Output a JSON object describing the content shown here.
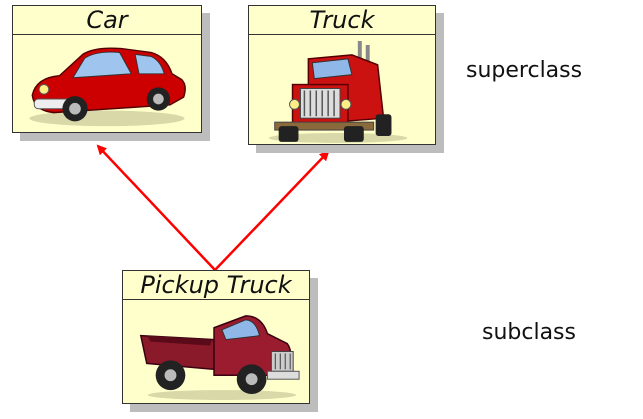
{
  "diagram": {
    "classes": {
      "car": {
        "name": "Car",
        "image": "red-car-icon"
      },
      "truck": {
        "name": "Truck",
        "image": "red-semi-truck-icon"
      },
      "pickup": {
        "name": "Pickup Truck",
        "image": "maroon-pickup-truck-icon"
      }
    },
    "labels": {
      "superclass": "superclass",
      "subclass": "subclass"
    },
    "relations": [
      {
        "from": "Pickup Truck",
        "to": "Car"
      },
      {
        "from": "Pickup Truck",
        "to": "Truck"
      }
    ],
    "colors": {
      "box_fill": "#ffffcc",
      "arrow": "#ff0000",
      "shadow": "#bdbdbd"
    }
  }
}
